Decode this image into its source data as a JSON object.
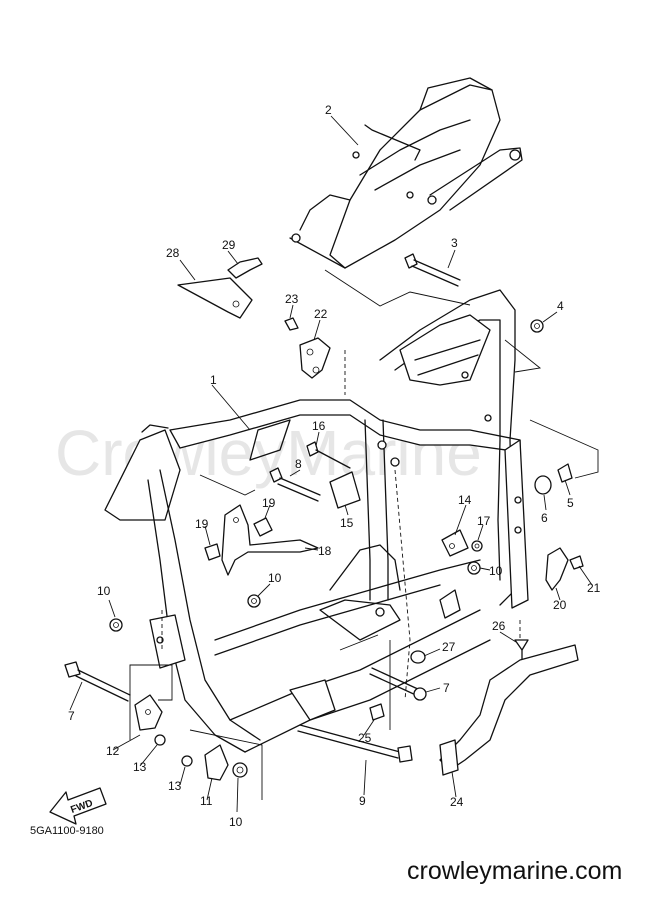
{
  "watermark": "CrowleyMarine",
  "footer_code": "5GA1100-9180",
  "site": "crowleymarine.com",
  "fwd_label": "FWD",
  "callouts": [
    {
      "id": "c1",
      "text": "1"
    },
    {
      "id": "c2",
      "text": "2"
    },
    {
      "id": "c3",
      "text": "3"
    },
    {
      "id": "c4",
      "text": "4"
    },
    {
      "id": "c5",
      "text": "5"
    },
    {
      "id": "c6",
      "text": "6"
    },
    {
      "id": "c7a",
      "text": "7"
    },
    {
      "id": "c7b",
      "text": "7"
    },
    {
      "id": "c8",
      "text": "8"
    },
    {
      "id": "c9",
      "text": "9"
    },
    {
      "id": "c10a",
      "text": "10"
    },
    {
      "id": "c10b",
      "text": "10"
    },
    {
      "id": "c10c",
      "text": "10"
    },
    {
      "id": "c10d",
      "text": "10"
    },
    {
      "id": "c11",
      "text": "11"
    },
    {
      "id": "c12",
      "text": "12"
    },
    {
      "id": "c13a",
      "text": "13"
    },
    {
      "id": "c13b",
      "text": "13"
    },
    {
      "id": "c14",
      "text": "14"
    },
    {
      "id": "c15",
      "text": "15"
    },
    {
      "id": "c16",
      "text": "16"
    },
    {
      "id": "c17",
      "text": "17"
    },
    {
      "id": "c18",
      "text": "18"
    },
    {
      "id": "c19a",
      "text": "19"
    },
    {
      "id": "c19b",
      "text": "19"
    },
    {
      "id": "c20",
      "text": "20"
    },
    {
      "id": "c21",
      "text": "21"
    },
    {
      "id": "c22",
      "text": "22"
    },
    {
      "id": "c23",
      "text": "23"
    },
    {
      "id": "c24",
      "text": "24"
    },
    {
      "id": "c25",
      "text": "25"
    },
    {
      "id": "c26",
      "text": "26"
    },
    {
      "id": "c27",
      "text": "27"
    },
    {
      "id": "c28",
      "text": "28"
    },
    {
      "id": "c29",
      "text": "29"
    }
  ]
}
